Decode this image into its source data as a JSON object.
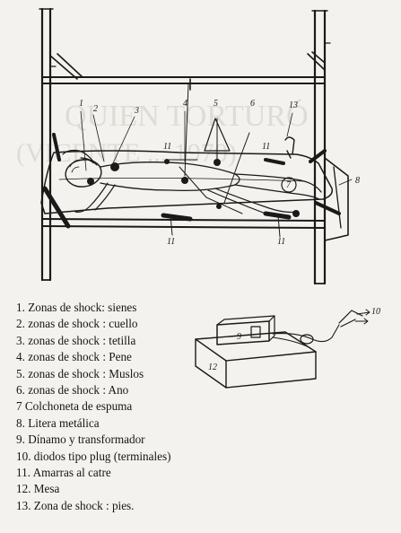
{
  "legend": [
    "1. Zonas de shock: sienes",
    "2. zonas de shock : cuello",
    "3. zonas de shock : tetilla",
    "4. zonas de shock : Pene",
    "5. zonas de shock : Muslos",
    "6. zonas de shock : Ano",
    "7 Colchoneta de espuma",
    "8. Litera metálica",
    "9. Dínamo y transformador",
    "10. diodos tipo plug (terminales)",
    "11. Amarras al catre",
    "12. Mesa",
    "13. Zona de shock : pies."
  ],
  "callouts": {
    "n1": "1",
    "n2": "2",
    "n3": "3",
    "n4": "4",
    "n5": "5",
    "n6": "6",
    "n7": "7",
    "n8": "8",
    "n11a": "11",
    "n11b": "11",
    "n11c": "11",
    "n11d": "11",
    "n13": "13"
  },
  "dynamo": {
    "label": "9",
    "terminal_label": "10",
    "table_label": "12"
  },
  "bleed_through": {
    "title_line1": "QUIEN TORTURÓ",
    "title_line2": "(VICENTE ... 1970)"
  }
}
